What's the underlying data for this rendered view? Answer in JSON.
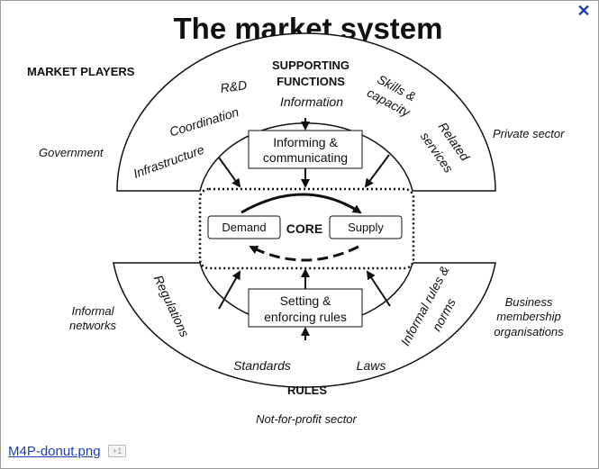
{
  "title": "The market system",
  "heading_market_players": "MARKET PLAYERS",
  "heading_supporting_1": "SUPPORTING",
  "heading_supporting_2": "FUNCTIONS",
  "heading_rules": "RULES",
  "core": {
    "label": "CORE",
    "demand": "Demand",
    "supply": "Supply"
  },
  "upper_ring": {
    "items": [
      "Infrastructure",
      "Coordination",
      "R&D",
      "Information",
      "Skills &",
      "capacity",
      "Related",
      "services"
    ]
  },
  "lower_ring": {
    "items": [
      "Regulations",
      "Standards",
      "Laws",
      "Informal rules &",
      "norms"
    ]
  },
  "boxes": {
    "informing_1": "Informing &",
    "informing_2": "communicating",
    "setting_1": "Setting &",
    "setting_2": "enforcing rules"
  },
  "outer_labels": {
    "government": "Government",
    "private_sector": "Private sector",
    "informal_1": "Informal",
    "informal_2": "networks",
    "business_1": "Business",
    "business_2": "membership",
    "business_3": "organisations",
    "not_for_profit": "Not-for-profit sector"
  },
  "footer": {
    "filename": "M4P-donut.png",
    "badge": "+1"
  },
  "icons": {
    "close": "close-icon"
  }
}
